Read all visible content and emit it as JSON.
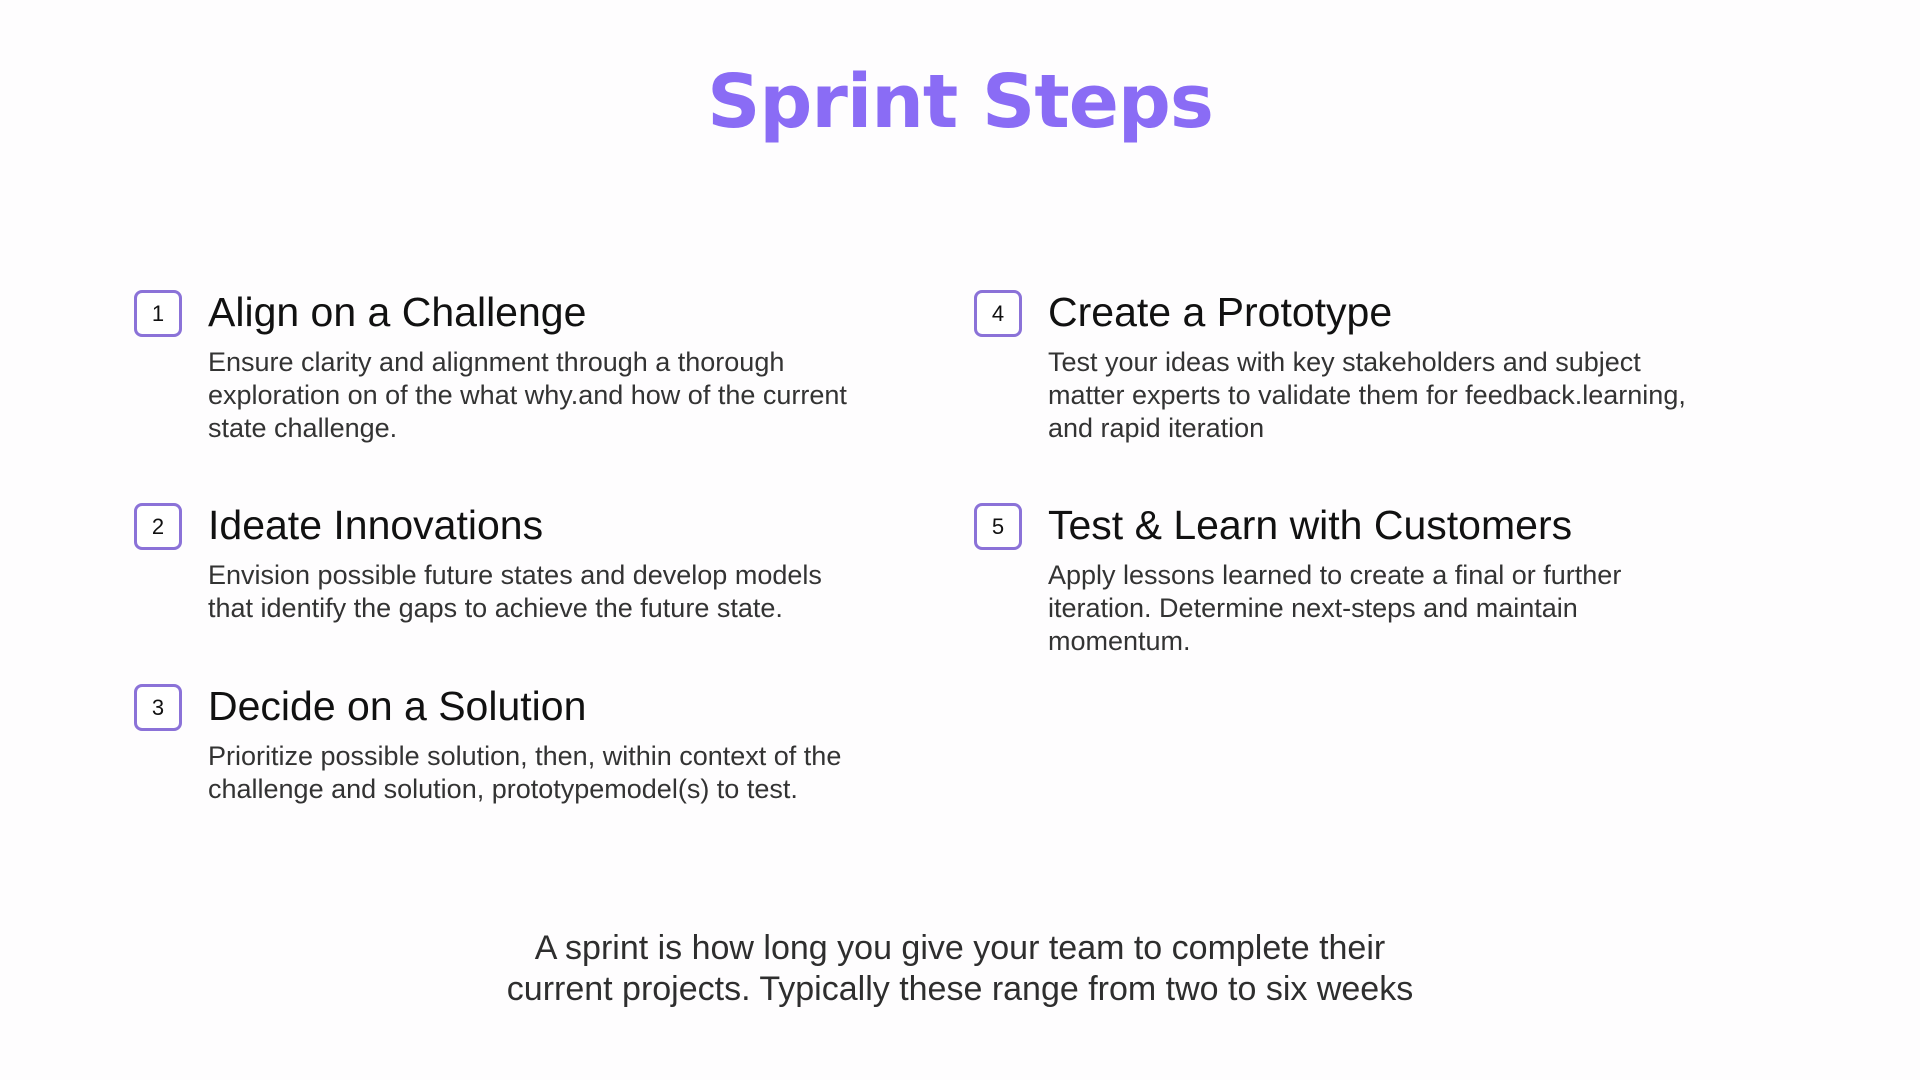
{
  "slide": {
    "title": "Sprint Steps",
    "accent_color": "#8a6cf5",
    "badge_border_color": "#8b72d8",
    "steps": [
      {
        "number": "1",
        "title": "Align on a Challenge",
        "description": "Ensure clarity and alignment through a thorough\nexploration on of the what why.and how of the current\nstate challenge."
      },
      {
        "number": "2",
        "title": "Ideate Innovations",
        "description": "Envision possible future states and develop models\nthat identify the gaps to achieve the future state."
      },
      {
        "number": "3",
        "title": "Decide on a Solution",
        "description": "Prioritize possible solution, then, within context of the\nchallenge and solution, prototypemodel(s) to test."
      },
      {
        "number": "4",
        "title": "Create a Prototype",
        "description": "Test your ideas with key stakeholders and subject\nmatter experts to validate them for feedback.learning,\nand rapid iteration"
      },
      {
        "number": "5",
        "title": "Test & Learn with Customers",
        "description": "Apply lessons learned to create a final or further\niteration. Determine next-steps and maintain\nmomentum."
      }
    ],
    "footer": "A sprint is how long you give your team to complete their\ncurrent projects. Typically these range from two to six weeks"
  }
}
